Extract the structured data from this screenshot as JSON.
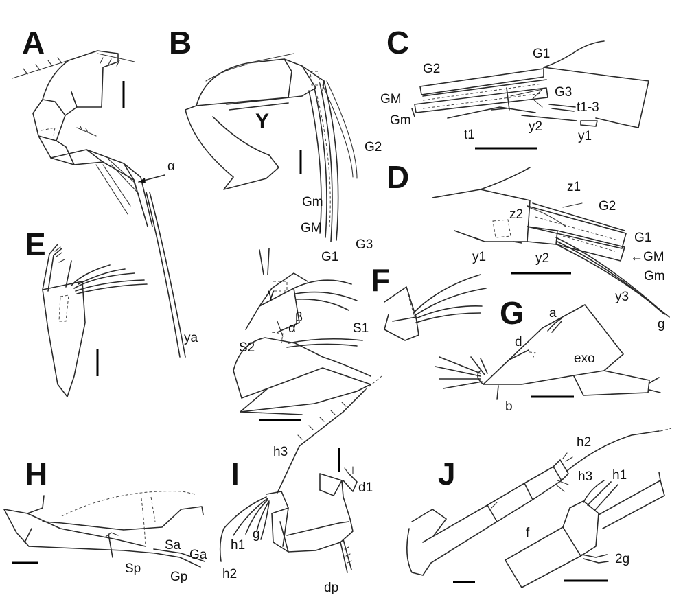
{
  "panels": {
    "A": {
      "letter": "A",
      "labels": {
        "alpha": "α",
        "ya": "ya"
      }
    },
    "B": {
      "letter": "B",
      "labels": {
        "Y": "Y",
        "G2": "G2",
        "Gm": "Gm",
        "GM": "GM",
        "G1": "G1",
        "G3": "G3"
      }
    },
    "C": {
      "letter": "C",
      "labels": {
        "G2": "G2",
        "G1": "G1",
        "GM": "GM",
        "Gm": "Gm",
        "G3": "G3",
        "t13": "t1-3",
        "t1": "t1",
        "y2": "y2",
        "y1": "y1"
      }
    },
    "D": {
      "letter": "D",
      "labels": {
        "z1": "z1",
        "z2": "z2",
        "G2": "G2",
        "G1": "G1",
        "GM": "←GM",
        "Gm": "Gm",
        "y1": "y1",
        "y2": "y2",
        "y3": "y3",
        "g": "g"
      }
    },
    "E": {
      "letter": "E"
    },
    "F": {
      "letter": "F",
      "labels": {
        "gamma": "γ",
        "beta": "β",
        "alpha": "α",
        "S1": "S1",
        "S2": "S2"
      }
    },
    "G": {
      "letter": "G",
      "labels": {
        "a": "a",
        "d": "d",
        "exo": "exo",
        "b": "b"
      }
    },
    "H": {
      "letter": "H",
      "labels": {
        "Sa": "Sa",
        "Ga": "Ga",
        "Sp": "Sp",
        "Gp": "Gp"
      }
    },
    "I": {
      "letter": "I",
      "labels": {
        "h3": "h3",
        "d1": "d1",
        "h1": "h1",
        "g": "g",
        "h2": "h2",
        "dp": "dp"
      }
    },
    "J": {
      "letter": "J",
      "labels": {
        "h2": "h2",
        "h3": "h3",
        "h1": "h1",
        "f": "f",
        "g2": "2g"
      }
    }
  }
}
